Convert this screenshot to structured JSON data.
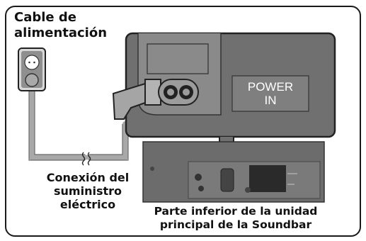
{
  "labels": {
    "power_cable": [
      "Cable de",
      "alimentación"
    ],
    "power_connection": [
      "Conexión del",
      "suministro",
      "eléctrico"
    ],
    "soundbar_bottom": [
      "Parte inferior de la unidad",
      "principal de la Soundbar"
    ]
  },
  "panel": {
    "port_label": [
      "POWER",
      "IN"
    ]
  },
  "colors": {
    "cable_gray": "#9a9a9a",
    "panel_gray": "#6e6e6e",
    "panel_border": "#2a2a2a",
    "outlet_fill": "#dcdcdc",
    "outlet_face": "#8e8e8e"
  },
  "icons": [
    "wall-outlet-icon",
    "power-plug-icon",
    "soundbar-unit-icon",
    "cable-break-icon"
  ]
}
